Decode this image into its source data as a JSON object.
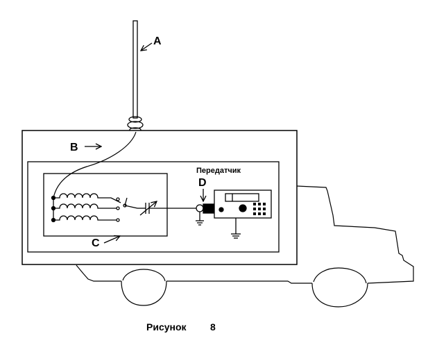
{
  "labels": {
    "a": "A",
    "b": "B",
    "c": "C",
    "d": "D",
    "transmitter": "Передатчик"
  },
  "caption": {
    "word": "Рисунок",
    "number": "8"
  }
}
